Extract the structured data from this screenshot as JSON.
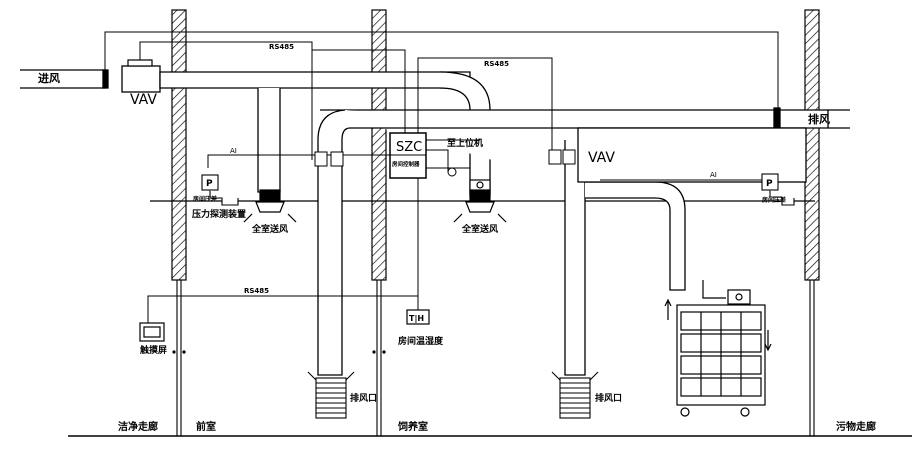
{
  "labels": {
    "intake": "进风",
    "vav_left": "VAV",
    "vav_right": "VAV",
    "exhaust": "排风",
    "rs485_top": "RS485",
    "rs485_mid": "RS485",
    "rs485_bottom": "RS485",
    "ai_left": "AI",
    "ai_right": "AI",
    "szc": "SZC",
    "room_controller": "房间控制器",
    "host_computer": "至上位机",
    "pressure_left": "房间压差",
    "pressure_right": "房间压差",
    "p_symbol_left": "P",
    "p_symbol_right": "P",
    "pressure_device": "压力探测装置",
    "supply_left": "全室送风",
    "supply_right": "全室送风",
    "touch_screen": "触摸屏",
    "th_symbol": "T|H",
    "room_temp_humidity": "房间温湿度",
    "exhaust_port_left": "排风口",
    "exhaust_port_right": "排风口",
    "clean_corridor": "洁净走廊",
    "anteroom": "前室",
    "breeding_room": "饲养室",
    "dirty_corridor": "污物走廊"
  }
}
